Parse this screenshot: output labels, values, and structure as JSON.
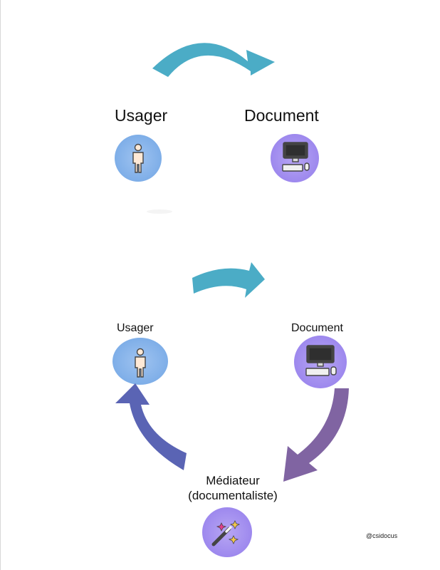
{
  "top_diagram": {
    "user_label": "Usager",
    "document_label": "Document",
    "user_icon": "person-icon",
    "document_icon": "computer-icon",
    "arrow_color": "#4bacc6"
  },
  "bottom_diagram": {
    "user_label": "Usager",
    "document_label": "Document",
    "mediator_label_line1": "Médiateur",
    "mediator_label_line2": "(documentaliste)",
    "user_icon": "person-icon",
    "document_icon": "computer-icon",
    "mediator_icon": "magic-wand-icon",
    "colors": {
      "top_arrow": "#4bacc6",
      "left_arrow": "#5a64b4",
      "right_arrow": "#8064a2"
    }
  },
  "credit": "@csidocus"
}
